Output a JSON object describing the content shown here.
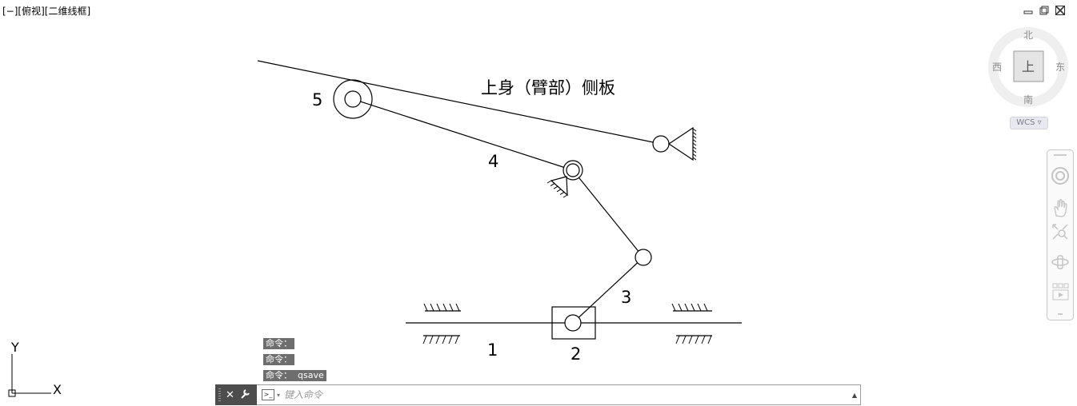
{
  "viewport": {
    "label": "[−][俯视][二维线框]"
  },
  "window_controls": {
    "minimize_icon": "minimize-icon",
    "restore_icon": "restore-icon",
    "close_icon": "close-icon"
  },
  "drawing": {
    "title": "上身（臂部）侧板",
    "labels": {
      "l1": "1",
      "l2": "2",
      "l3": "3",
      "l4": "4",
      "l5": "5"
    },
    "ucs": {
      "x": "X",
      "y": "Y"
    }
  },
  "viewcube": {
    "north": "北",
    "south": "南",
    "east": "东",
    "west": "西",
    "face": "上",
    "wcs": "WCS"
  },
  "command_history": [
    "命令：",
    "命令：",
    "命令：  qsave"
  ],
  "command_line": {
    "placeholder": "键入命令"
  },
  "navbar": {
    "tools": [
      "steeringwheel-icon",
      "pan-icon",
      "zoom-extents-icon",
      "orbit-icon",
      "showmotion-icon"
    ]
  }
}
